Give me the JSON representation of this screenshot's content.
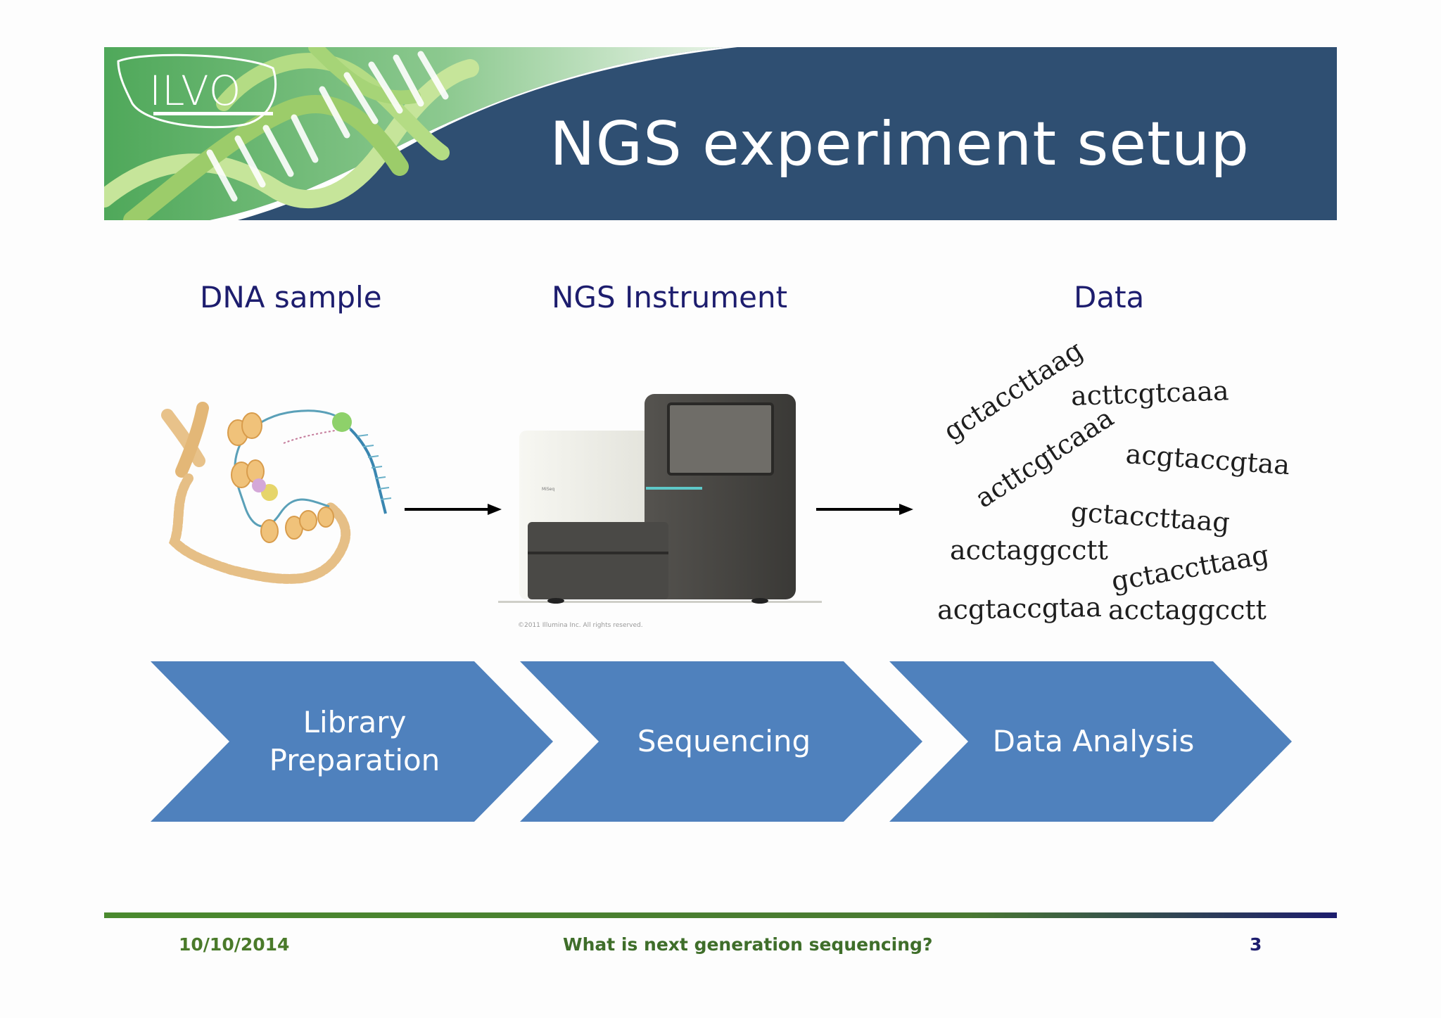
{
  "slide": {
    "title": "NGS experiment setup",
    "logo_text": "ILVO"
  },
  "columns": [
    {
      "label": "DNA sample"
    },
    {
      "label": "NGS Instrument"
    },
    {
      "label": "Data"
    }
  ],
  "instrument": {
    "copyright": "©2011 Illumina Inc. All rights reserved."
  },
  "reads": [
    "gctaccttaag",
    "acttcgtcaaa",
    "acttcgtcaaa",
    "acgtaccgtaa",
    "gctaccttaag",
    "acctaggcctt",
    "gctaccttaag",
    "acgtaccgtaa",
    "acctaggcctt"
  ],
  "steps": [
    {
      "line1": "Library",
      "line2": "Preparation"
    },
    {
      "line1": "Sequencing",
      "line2": ""
    },
    {
      "line1": "Data Analysis",
      "line2": ""
    }
  ],
  "footer": {
    "date": "10/10/2014",
    "center": "What is next generation sequencing?",
    "page": "3"
  },
  "colors": {
    "banner_blue": "#2f4f72",
    "chevron_blue": "#4f81bd",
    "label_navy": "#1d1d6e",
    "footer_green": "#4a7a2a",
    "footer_navy": "#1d1d6e"
  }
}
